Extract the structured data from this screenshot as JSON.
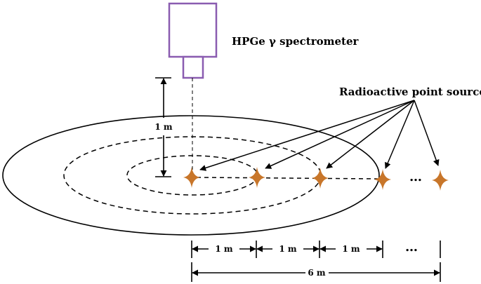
{
  "labels": {
    "detector": "HPGe γ spectrometer",
    "source": "Radioactive point source",
    "height": "1 m",
    "spacing_1": "1 m",
    "spacing_2": "1 m",
    "spacing_3": "1 m",
    "ellipsis_points": "…",
    "ellipsis_dims": "…",
    "total": "6 m"
  },
  "colors": {
    "detector_outline": "#8a5cb0",
    "source_fill": "#c8762a",
    "line": "#000000"
  }
}
